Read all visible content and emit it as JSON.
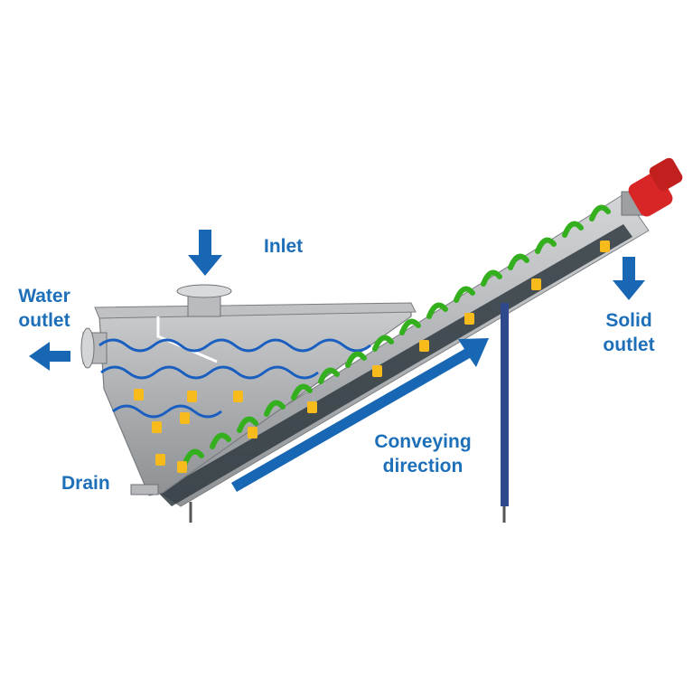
{
  "labels": {
    "inlet": "Inlet",
    "water_outlet_line1": "Water",
    "water_outlet_line2": "outlet",
    "solid_outlet_line1": "Solid",
    "solid_outlet_line2": "outlet",
    "conveying_line1": "Conveying",
    "conveying_line2": "direction",
    "drain": "Drain"
  },
  "colors": {
    "label_blue": "#1c6fb8",
    "arrow_blue": "#1767b5",
    "wave_blue": "#1a5fc0",
    "body_gray": "#a9abae",
    "screw_green": "#34b01f",
    "particle_yellow": "#f7bb1c",
    "motor_red": "#d82626",
    "support_blue": "#2e4a8c"
  },
  "icons": [
    "down-arrow-icon",
    "left-arrow-icon",
    "diagonal-arrow-icon"
  ]
}
